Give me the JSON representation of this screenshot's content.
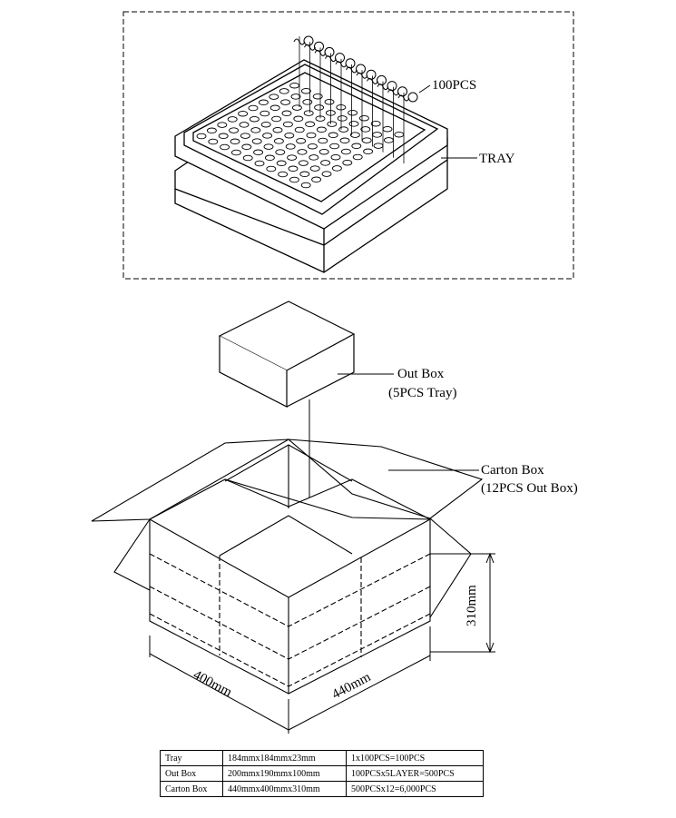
{
  "tray_diagram": {
    "label_count": "100PCS",
    "label_tray": "TRAY"
  },
  "box_diagram": {
    "out_box_label": "Out Box",
    "out_box_sub": "(5PCS Tray)",
    "carton_label": "Carton Box",
    "carton_sub": "(12PCS Out Box)",
    "dim_height": "310mm",
    "dim_depth": "400mm",
    "dim_width": "440mm"
  },
  "spec_table": {
    "rows": [
      {
        "name": "Tray",
        "size": "184mmx184mmx23mm",
        "qty": "1x100PCS=100PCS"
      },
      {
        "name": "Out Box",
        "size": "200mmx190mmx100mm",
        "qty": "100PCSx5LAYER=500PCS"
      },
      {
        "name": "Carton Box",
        "size": "440mmx400mmx310mm",
        "qty": "500PCSx12=6,000PCS"
      }
    ]
  }
}
